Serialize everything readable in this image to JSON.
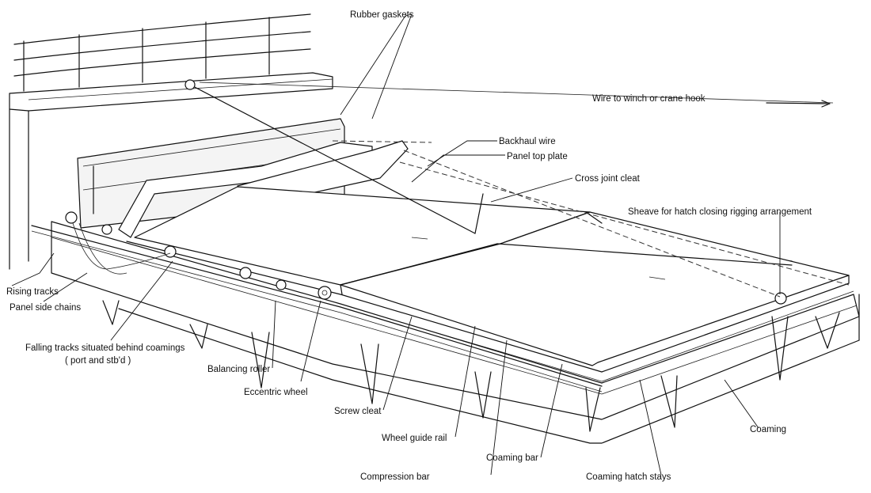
{
  "labels": {
    "rubber_gaskets": "Rubber gaskets",
    "wire_to_winch": "Wire to winch or crane hook",
    "backhaul_wire": "Backhaul wire",
    "panel_top_plate": "Panel top plate",
    "cross_joint_cleat": "Cross joint cleat",
    "sheave": "Sheave for hatch closing rigging arrangement",
    "rising_tracks": "Rising tracks",
    "panel_side_chains": "Panel side chains",
    "falling_tracks_1": "Falling tracks situated behind coamings",
    "falling_tracks_2": "( port and stb'd )",
    "balancing_roller": "Balancing roller",
    "eccentric_wheel": "Eccentric wheel",
    "screw_cleat": "Screw cleat",
    "wheel_guide_rail": "Wheel guide rail",
    "coaming_bar": "Coaming bar",
    "compression_bar": "Compression bar",
    "coaming_hatch_stays": "Coaming hatch stays",
    "coaming": "Coaming"
  }
}
